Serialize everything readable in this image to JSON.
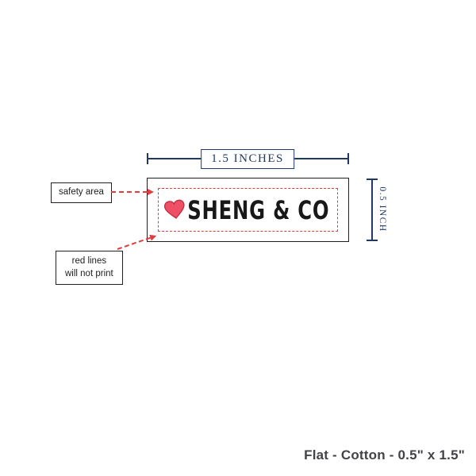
{
  "diagram": {
    "width_dimension": {
      "label": "1.5 INCHES"
    },
    "height_dimension": {
      "label": "0.5 INCH"
    },
    "label": {
      "brand": "SHENG & CO"
    },
    "callouts": {
      "safety_area": "safety area",
      "red_lines_line1": "red lines",
      "red_lines_line2": "will not print"
    },
    "footer": "Flat - Cotton - 0.5\" x 1.5\"",
    "icons": {
      "heart": "heart-icon"
    },
    "colors": {
      "dimension_navy": "#1f3864",
      "red_dashed": "#e23d3d",
      "heart_fill": "#ee5166",
      "heart_outline": "#c62b42",
      "outline_black": "#231f20",
      "footer_gray": "#424347"
    }
  }
}
